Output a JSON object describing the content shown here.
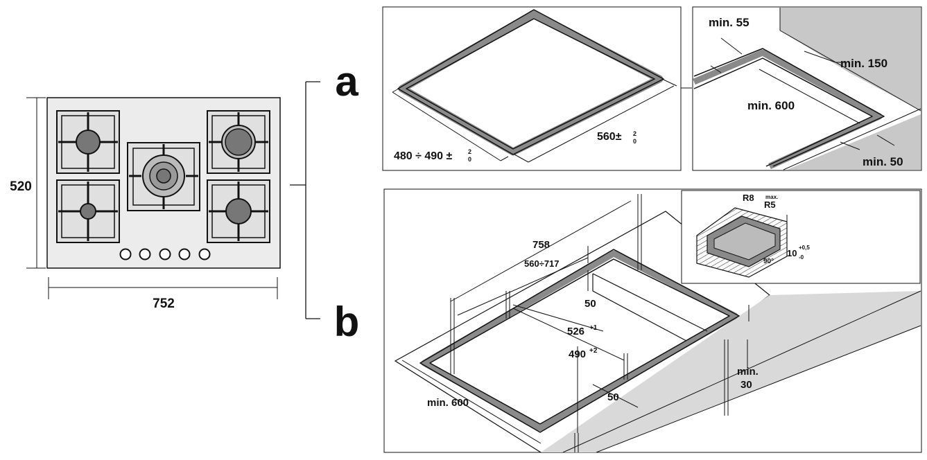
{
  "hob": {
    "width_label": "752",
    "depth_label": "520"
  },
  "panel_labels": {
    "a": "a",
    "b": "b"
  },
  "panel_a": {
    "left": {
      "depth_label": "480 ÷ 490 ±",
      "depth_tol_top": "2",
      "depth_tol_bottom": "0",
      "width_label": "560±",
      "width_tol_top": "2",
      "width_tol_bottom": "0"
    },
    "right": {
      "min55": "min. 55",
      "min150": "min. 150",
      "min600": "min. 600",
      "min50": "min. 50"
    }
  },
  "panel_b": {
    "d758": "758",
    "d560_717": "560÷717",
    "d50_top": "50",
    "d526": "526",
    "d526_tol": "+1",
    "d490": "490",
    "d490_tol": "+2",
    "d50_bottom": "50",
    "min600": "min. 600",
    "min30_a": "min.",
    "min30_b": "30",
    "inset": {
      "r8": "R8",
      "max": "max.",
      "r5": "R5",
      "d10": "10",
      "d10_tol_top": "+0,5",
      "d10_tol_bottom": "-0",
      "angle": "90°"
    }
  },
  "colors": {
    "line": "#111111",
    "grey": "#9a9a9a",
    "light_grey": "#d9d9d9",
    "wall": "#c8c8c8"
  }
}
